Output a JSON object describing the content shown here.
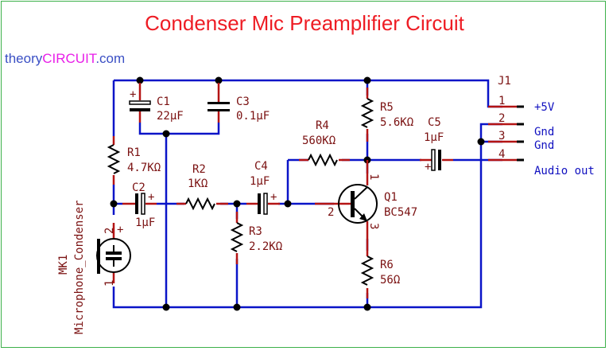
{
  "title": "Condenser Mic Preamplifier Circuit",
  "brand": {
    "part1": "theory",
    "part2": "CIRCUIT",
    "part3": ".com"
  },
  "components": {
    "C1": {
      "ref": "C1",
      "value": "22µF"
    },
    "C3": {
      "ref": "C3",
      "value": "0.1µF"
    },
    "R1": {
      "ref": "R1",
      "value": "4.7KΩ"
    },
    "R2": {
      "ref": "R2",
      "value": "1KΩ"
    },
    "C2": {
      "ref": "C2",
      "value": "1µF"
    },
    "C4": {
      "ref": "C4",
      "value": "1µF"
    },
    "R3": {
      "ref": "R3",
      "value": "2.2KΩ"
    },
    "R4": {
      "ref": "R4",
      "value": "560KΩ"
    },
    "R5": {
      "ref": "R5",
      "value": "5.6KΩ"
    },
    "C5": {
      "ref": "C5",
      "value": "1µF"
    },
    "Q1": {
      "ref": "Q1",
      "value": "BC547",
      "pins": [
        "1",
        "2",
        "3"
      ]
    },
    "R6": {
      "ref": "R6",
      "value": "56Ω"
    },
    "MK1": {
      "ref": "MK1",
      "value": "Microphone_Condenser",
      "pins": [
        "2",
        "1"
      ]
    },
    "J1": {
      "ref": "J1",
      "pins": [
        "1",
        "2",
        "3",
        "4"
      ]
    }
  },
  "nets": {
    "pin1": "+5V",
    "pin2": "Gnd",
    "pin3": "Gnd",
    "pin4": "Audio out"
  },
  "plus_sign": "+"
}
